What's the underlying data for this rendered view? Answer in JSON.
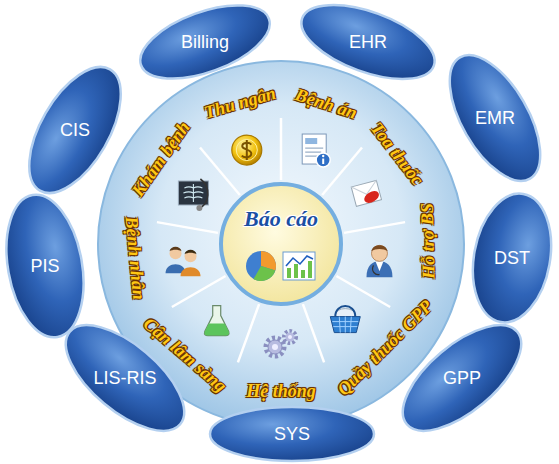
{
  "diagram": {
    "nodes": [
      {
        "text": [
          "Báo cáo"
        ]
      },
      {
        "text": [
          "Thu ngân"
        ]
      },
      {
        "text": [
          "Bệnh án"
        ]
      },
      {
        "text": [
          "Toa thuốc"
        ]
      },
      {
        "text": [
          "Hỗ trợ BS"
        ]
      },
      {
        "text": [
          "Quầy thuốc GPP"
        ]
      },
      {
        "text": [
          "Hệ thống"
        ]
      },
      {
        "text": [
          "Cận lâm sàng"
        ]
      },
      {
        "text": [
          "Bệnh nhân"
        ]
      },
      {
        "text": [
          "Khám bệnh"
        ]
      },
      {
        "text": [
          "Billing"
        ]
      },
      {
        "text": [
          "EHR"
        ]
      },
      {
        "text": [
          "EMR"
        ]
      },
      {
        "text": [
          "DST"
        ]
      },
      {
        "text": [
          "GPP"
        ]
      },
      {
        "text": [
          "SYS"
        ]
      },
      {
        "text": [
          "LIS-RIS"
        ]
      },
      {
        "text": [
          "PIS"
        ]
      },
      {
        "text": [
          "CIS"
        ]
      }
    ]
  }
}
